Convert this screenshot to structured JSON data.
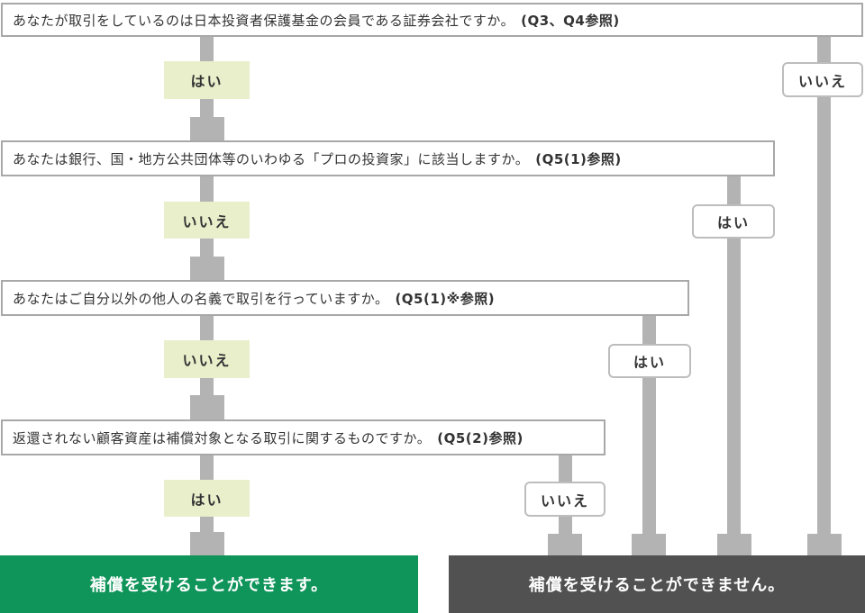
{
  "flow": {
    "questions": [
      {
        "text": "あなたが取引をしているのは日本投資者保護基金の会員である証券会社ですか。",
        "ref": "(Q3、Q4参照)"
      },
      {
        "text": "あなたは銀行、国・地方公共団体等のいわゆる「プロの投資家」に該当しますか。",
        "ref": "(Q5(1)参照)"
      },
      {
        "text": "あなたはご自分以外の他人の名義で取引を行っていますか。",
        "ref": "(Q5(1)※参照)"
      },
      {
        "text": "返還されない顧客資産は補償対象となる取引に関するものですか。",
        "ref": "(Q5(2)参照)"
      }
    ],
    "center_labels": [
      {
        "answer": "はい"
      },
      {
        "answer": "いいえ"
      },
      {
        "answer": "いいえ"
      },
      {
        "answer": "はい"
      }
    ],
    "branch_labels": [
      {
        "answer": "いいえ"
      },
      {
        "answer": "はい"
      },
      {
        "answer": "はい"
      },
      {
        "answer": "いいえ"
      }
    ],
    "results": {
      "positive": "補償を受けることができます。",
      "negative": "補償を受けることができません。"
    },
    "colors": {
      "connector": "#b3b3b3",
      "question_border": "#a8a8a8",
      "yes_label_bg": "#e9efcb",
      "branch_label_border": "#bdbdbd",
      "positive_bg": "#0f945a",
      "negative_bg": "#515151",
      "text": "#333333",
      "result_text": "#ffffff"
    }
  }
}
